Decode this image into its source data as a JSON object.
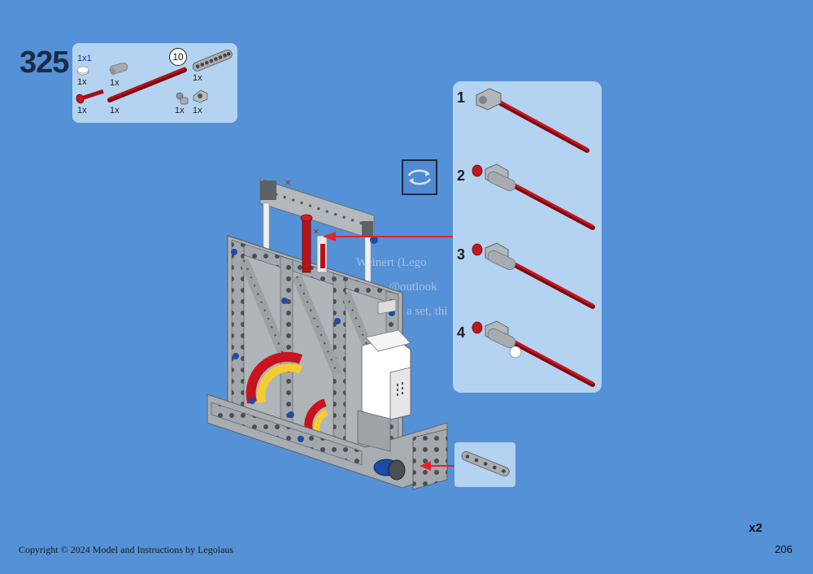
{
  "step": {
    "number": "325"
  },
  "parts_list": {
    "items": [
      {
        "qty": "1x",
        "color_label": "1x1",
        "part": "round-plate-white"
      },
      {
        "qty": "1x",
        "part": "pin-connector-gray"
      },
      {
        "qty": "1x",
        "part": "beam-10-gray",
        "length_badge": "10"
      },
      {
        "qty": "1x",
        "part": "axle-pin-red"
      },
      {
        "qty": "1x",
        "part": "axle-long-red"
      },
      {
        "qty": "1x",
        "part": "ball-joint-gray"
      },
      {
        "qty": "1x",
        "part": "connector-gray"
      }
    ]
  },
  "subassembly": {
    "steps": [
      {
        "label": "1"
      },
      {
        "label": "2"
      },
      {
        "label": "3"
      },
      {
        "label": "4"
      }
    ]
  },
  "multiplier": "x2",
  "watermark": {
    "line1": "Weinert (Lego",
    "line2": "@outlook",
    "line3": "a set, thi"
  },
  "footer": {
    "copyright": "Copyright © 2024 Model and Instructions by Legolaus",
    "page_number": "206"
  },
  "colors": {
    "background": "#5591d6",
    "panel": "#b3d3f1",
    "axle_red": "#b5121b",
    "beam_gray": "#a0a5aa",
    "yellow": "#f5cd2f",
    "arrow_red": "#e8202a"
  },
  "icons": [
    "rotate-model-icon",
    "insertion-arrow"
  ]
}
